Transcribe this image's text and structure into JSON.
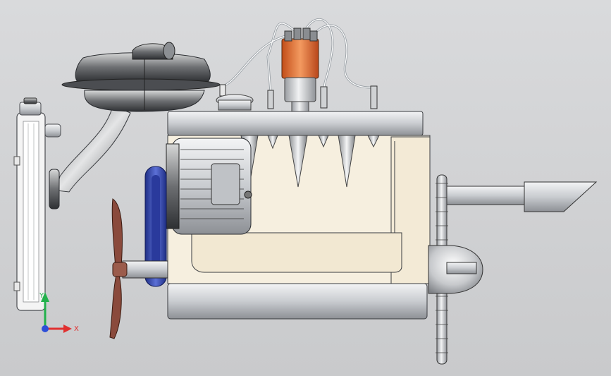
{
  "viewport": {
    "background_top": "#d9dadc",
    "background_bottom": "#c9cacc"
  },
  "model": {
    "parts": [
      "radiator",
      "air-cleaner",
      "intake-pipe",
      "ignition-distributor",
      "spark-plug-wires",
      "oil-filler-cap",
      "alternator",
      "pulley",
      "cooling-fan",
      "engine-block",
      "oil-pan",
      "flywheel",
      "output-shaft",
      "exhaust-tailpipe",
      "starter"
    ],
    "colors": {
      "block": "#f6efdf",
      "metal": "#cfd2d6",
      "metal_dark": "#6b6e72",
      "distributor_cap": "#e06a2a",
      "pulley_blue": "#3b4fb5",
      "fan_blade": "#8a4a3c"
    }
  },
  "triad": {
    "x_label": "X",
    "y_label": "Y",
    "x_color": "#e03030",
    "y_color": "#22b14c",
    "z_color": "#2d4fd8"
  }
}
